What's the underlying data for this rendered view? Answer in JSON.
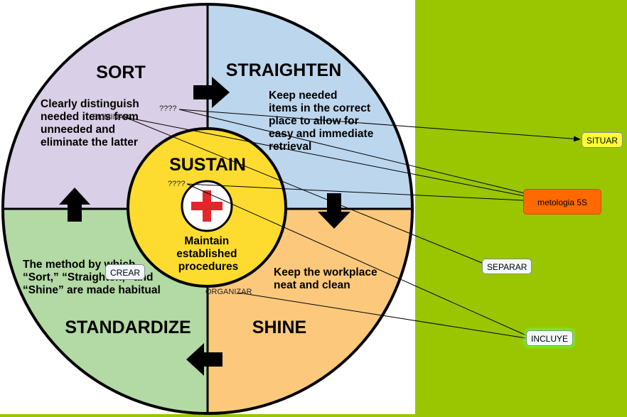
{
  "diagram": {
    "center_title": "SUSTAIN",
    "center_desc": [
      "Maintain",
      "established",
      "procedures"
    ],
    "quadrants": {
      "sort": {
        "title": "SORT",
        "desc": [
          "Clearly distinguish",
          "needed items from",
          "unneeded and",
          "eliminate the latter"
        ],
        "color": "#d9cfe6"
      },
      "straighten": {
        "title": "STRAIGHTEN",
        "desc": [
          "Keep needed",
          "items in the correct",
          "place to allow for",
          "easy and immediate",
          "retrieval"
        ],
        "color": "#bcd6ee"
      },
      "shine": {
        "title": "SHINE",
        "desc": [
          "Keep the workplace",
          "neat and clean"
        ],
        "color": "#fcc97c"
      },
      "standardize": {
        "title": "STANDARDIZE",
        "desc": [
          "The method by which",
          "“Sort,” “Straighten,” and",
          "“Shine” are made habitual"
        ],
        "color": "#b3d9a5"
      }
    },
    "center_color": "#fddc2f",
    "cross_color": "#e3262b"
  },
  "concept_map": {
    "nodes": {
      "situar": "SITUAR",
      "metologia": "metologia 5S",
      "separar": "SEPARAR",
      "incluye": "INCLUYE",
      "crear": "CREAR"
    },
    "link_labels": {
      "q1": "????",
      "q2": "????",
      "eliminar": "ELIMINAR",
      "organizar": "ORGANIZAR"
    },
    "panel_color": "#99c600"
  }
}
